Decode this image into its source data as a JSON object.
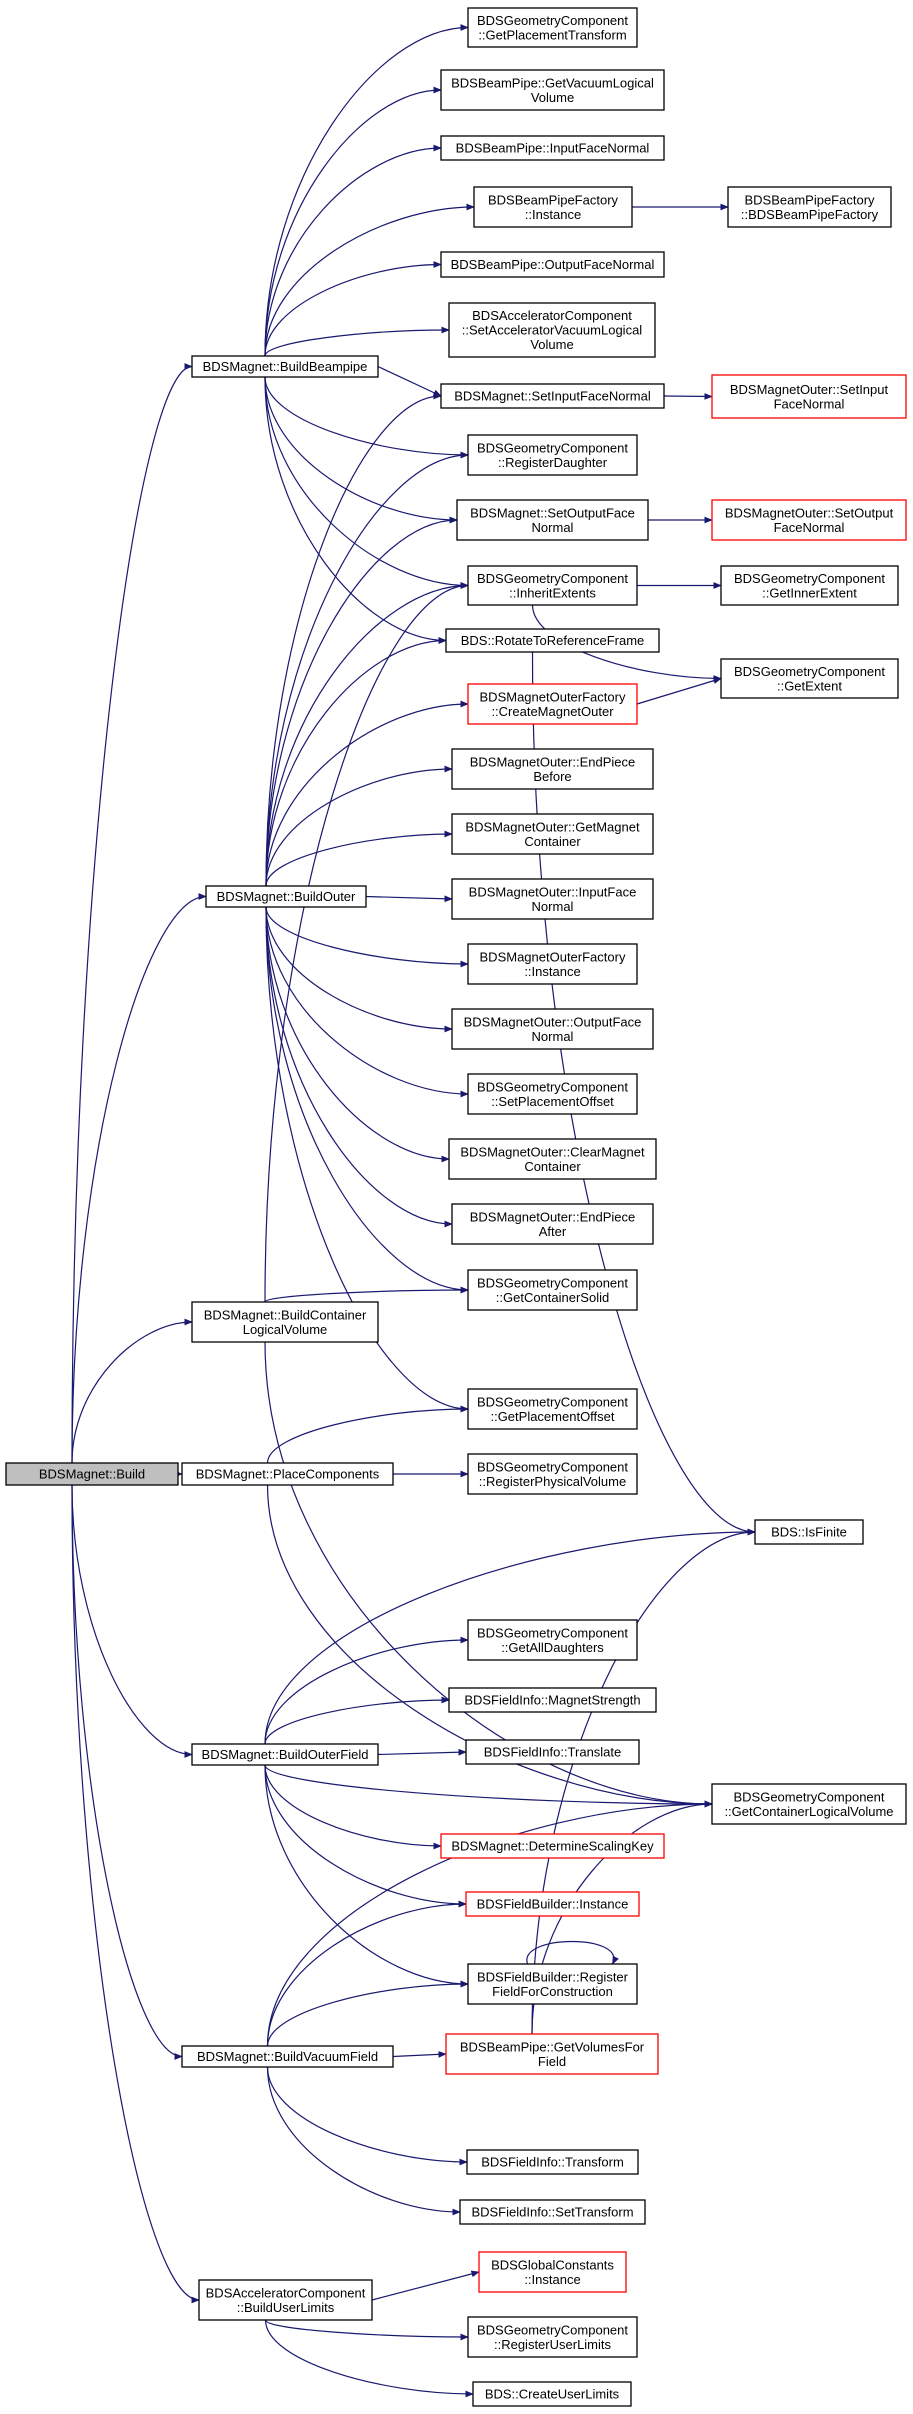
{
  "nodes": [
    {
      "id": "build",
      "lines": [
        "BDSMagnet::Build"
      ],
      "root": true
    },
    {
      "id": "buildBeampipe",
      "lines": [
        "BDSMagnet::BuildBeampipe"
      ]
    },
    {
      "id": "buildOuter",
      "lines": [
        "BDSMagnet::BuildOuter"
      ]
    },
    {
      "id": "buildContainer",
      "lines": [
        "BDSMagnet::BuildContainer",
        "LogicalVolume"
      ]
    },
    {
      "id": "placeComponents",
      "lines": [
        "BDSMagnet::PlaceComponents"
      ]
    },
    {
      "id": "buildOuterField",
      "lines": [
        "BDSMagnet::BuildOuterField"
      ]
    },
    {
      "id": "buildVacuumField",
      "lines": [
        "BDSMagnet::BuildVacuumField"
      ]
    },
    {
      "id": "buildUserLimits",
      "lines": [
        "BDSAcceleratorComponent",
        "::BuildUserLimits"
      ]
    },
    {
      "id": "getPlacementTransform",
      "lines": [
        "BDSGeometryComponent",
        "::GetPlacementTransform"
      ]
    },
    {
      "id": "getVacuumLogicalVolume",
      "lines": [
        "BDSBeamPipe::GetVacuumLogical",
        "Volume"
      ]
    },
    {
      "id": "inputFaceNormalBP",
      "lines": [
        "BDSBeamPipe::InputFaceNormal"
      ]
    },
    {
      "id": "beamPipeFactoryInstance",
      "lines": [
        "BDSBeamPipeFactory",
        "::Instance"
      ]
    },
    {
      "id": "beamPipeFactoryCtor",
      "lines": [
        "BDSBeamPipeFactory",
        "::BDSBeamPipeFactory"
      ]
    },
    {
      "id": "outputFaceNormalBP",
      "lines": [
        "BDSBeamPipe::OutputFaceNormal"
      ]
    },
    {
      "id": "setAccVacuum",
      "lines": [
        "BDSAcceleratorComponent",
        "::SetAcceleratorVacuumLogical",
        "Volume"
      ]
    },
    {
      "id": "setInputFaceNormal",
      "lines": [
        "BDSMagnet::SetInputFaceNormal"
      ]
    },
    {
      "id": "outerSetInputFaceNormal",
      "lines": [
        "BDSMagnetOuter::SetInput",
        "FaceNormal"
      ],
      "red": true
    },
    {
      "id": "registerDaughter",
      "lines": [
        "BDSGeometryComponent",
        "::RegisterDaughter"
      ]
    },
    {
      "id": "setOutputFaceNormal",
      "lines": [
        "BDSMagnet::SetOutputFace",
        "Normal"
      ]
    },
    {
      "id": "outerSetOutputFaceNormal",
      "lines": [
        "BDSMagnetOuter::SetOutput",
        "FaceNormal"
      ],
      "red": true
    },
    {
      "id": "inheritExtents",
      "lines": [
        "BDSGeometryComponent",
        "::InheritExtents"
      ]
    },
    {
      "id": "getInnerExtent",
      "lines": [
        "BDSGeometryComponent",
        "::GetInnerExtent"
      ]
    },
    {
      "id": "rotateToRef",
      "lines": [
        "BDS::RotateToReferenceFrame"
      ]
    },
    {
      "id": "getExtent",
      "lines": [
        "BDSGeometryComponent",
        "::GetExtent"
      ]
    },
    {
      "id": "createMagnetOuter",
      "lines": [
        "BDSMagnetOuterFactory",
        "::CreateMagnetOuter"
      ],
      "red": true
    },
    {
      "id": "endPieceBefore",
      "lines": [
        "BDSMagnetOuter::EndPiece",
        "Before"
      ]
    },
    {
      "id": "getMagnetContainer",
      "lines": [
        "BDSMagnetOuter::GetMagnet",
        "Container"
      ]
    },
    {
      "id": "outerInputFaceNormal",
      "lines": [
        "BDSMagnetOuter::InputFace",
        "Normal"
      ]
    },
    {
      "id": "outerFactoryInstance",
      "lines": [
        "BDSMagnetOuterFactory",
        "::Instance"
      ]
    },
    {
      "id": "outerOutputFaceNormal",
      "lines": [
        "BDSMagnetOuter::OutputFace",
        "Normal"
      ]
    },
    {
      "id": "setPlacementOffset",
      "lines": [
        "BDSGeometryComponent",
        "::SetPlacementOffset"
      ]
    },
    {
      "id": "clearMagnetContainer",
      "lines": [
        "BDSMagnetOuter::ClearMagnet",
        "Container"
      ]
    },
    {
      "id": "endPieceAfter",
      "lines": [
        "BDSMagnetOuter::EndPiece",
        "After"
      ]
    },
    {
      "id": "getContainerSolid",
      "lines": [
        "BDSGeometryComponent",
        "::GetContainerSolid"
      ]
    },
    {
      "id": "getPlacementOffset",
      "lines": [
        "BDSGeometryComponent",
        "::GetPlacementOffset"
      ]
    },
    {
      "id": "registerPhysicalVolume",
      "lines": [
        "BDSGeometryComponent",
        "::RegisterPhysicalVolume"
      ]
    },
    {
      "id": "isFinite",
      "lines": [
        "BDS::IsFinite"
      ]
    },
    {
      "id": "getAllDaughters",
      "lines": [
        "BDSGeometryComponent",
        "::GetAllDaughters"
      ]
    },
    {
      "id": "magnetStrength",
      "lines": [
        "BDSFieldInfo::MagnetStrength"
      ]
    },
    {
      "id": "fieldTranslate",
      "lines": [
        "BDSFieldInfo::Translate"
      ]
    },
    {
      "id": "getContainerLogicalVolume",
      "lines": [
        "BDSGeometryComponent",
        "::GetContainerLogicalVolume"
      ]
    },
    {
      "id": "determineScalingKey",
      "lines": [
        "BDSMagnet::DetermineScalingKey"
      ],
      "red": true
    },
    {
      "id": "fieldBuilderInstance",
      "lines": [
        "BDSFieldBuilder::Instance"
      ],
      "red": true
    },
    {
      "id": "registerFieldForConstruction",
      "lines": [
        "BDSFieldBuilder::Register",
        "FieldForConstruction"
      ]
    },
    {
      "id": "getVolumesForField",
      "lines": [
        "BDSBeamPipe::GetVolumesFor",
        "Field"
      ],
      "red": true
    },
    {
      "id": "fieldTransform",
      "lines": [
        "BDSFieldInfo::Transform"
      ]
    },
    {
      "id": "fieldSetTransform",
      "lines": [
        "BDSFieldInfo::SetTransform"
      ]
    },
    {
      "id": "globalConstantsInstance",
      "lines": [
        "BDSGlobalConstants",
        "::Instance"
      ],
      "red": true
    },
    {
      "id": "registerUserLimits",
      "lines": [
        "BDSGeometryComponent",
        "::RegisterUserLimits"
      ]
    },
    {
      "id": "createUserLimits",
      "lines": [
        "BDS::CreateUserLimits"
      ]
    }
  ],
  "edges": [
    [
      "build",
      "buildBeampipe"
    ],
    [
      "build",
      "buildOuter"
    ],
    [
      "build",
      "buildContainer"
    ],
    [
      "build",
      "placeComponents"
    ],
    [
      "build",
      "buildOuterField"
    ],
    [
      "build",
      "buildVacuumField"
    ],
    [
      "build",
      "buildUserLimits"
    ],
    [
      "buildBeampipe",
      "getPlacementTransform"
    ],
    [
      "buildBeampipe",
      "getVacuumLogicalVolume"
    ],
    [
      "buildBeampipe",
      "inputFaceNormalBP"
    ],
    [
      "buildBeampipe",
      "beamPipeFactoryInstance"
    ],
    [
      "buildBeampipe",
      "outputFaceNormalBP"
    ],
    [
      "buildBeampipe",
      "setAccVacuum"
    ],
    [
      "buildBeampipe",
      "setInputFaceNormal"
    ],
    [
      "buildBeampipe",
      "registerDaughter"
    ],
    [
      "buildBeampipe",
      "setOutputFaceNormal"
    ],
    [
      "buildBeampipe",
      "inheritExtents"
    ],
    [
      "buildBeampipe",
      "rotateToRef"
    ],
    [
      "beamPipeFactoryInstance",
      "beamPipeFactoryCtor"
    ],
    [
      "setInputFaceNormal",
      "outerSetInputFaceNormal"
    ],
    [
      "setOutputFaceNormal",
      "outerSetOutputFaceNormal"
    ],
    [
      "inheritExtents",
      "getInnerExtent"
    ],
    [
      "inheritExtents",
      "getExtent"
    ],
    [
      "rotateToRef",
      "isFinite"
    ],
    [
      "createMagnetOuter",
      "getExtent"
    ],
    [
      "buildOuter",
      "setInputFaceNormal"
    ],
    [
      "buildOuter",
      "registerDaughter"
    ],
    [
      "buildOuter",
      "setOutputFaceNormal"
    ],
    [
      "buildOuter",
      "inheritExtents"
    ],
    [
      "buildOuter",
      "rotateToRef"
    ],
    [
      "buildOuter",
      "createMagnetOuter"
    ],
    [
      "buildOuter",
      "endPieceBefore"
    ],
    [
      "buildOuter",
      "getMagnetContainer"
    ],
    [
      "buildOuter",
      "outerInputFaceNormal"
    ],
    [
      "buildOuter",
      "outerFactoryInstance"
    ],
    [
      "buildOuter",
      "outerOutputFaceNormal"
    ],
    [
      "buildOuter",
      "setPlacementOffset"
    ],
    [
      "buildOuter",
      "clearMagnetContainer"
    ],
    [
      "buildOuter",
      "endPieceAfter"
    ],
    [
      "buildOuter",
      "getContainerSolid"
    ],
    [
      "buildOuter",
      "getPlacementOffset"
    ],
    [
      "buildContainer",
      "inheritExtents"
    ],
    [
      "buildContainer",
      "getContainerSolid"
    ],
    [
      "buildContainer",
      "getContainerLogicalVolume"
    ],
    [
      "placeComponents",
      "getPlacementOffset"
    ],
    [
      "placeComponents",
      "registerPhysicalVolume"
    ],
    [
      "placeComponents",
      "getContainerLogicalVolume"
    ],
    [
      "buildOuterField",
      "isFinite"
    ],
    [
      "buildOuterField",
      "getAllDaughters"
    ],
    [
      "buildOuterField",
      "magnetStrength"
    ],
    [
      "buildOuterField",
      "fieldTranslate"
    ],
    [
      "buildOuterField",
      "getContainerLogicalVolume"
    ],
    [
      "buildOuterField",
      "determineScalingKey"
    ],
    [
      "buildOuterField",
      "fieldBuilderInstance"
    ],
    [
      "buildOuterField",
      "registerFieldForConstruction"
    ],
    [
      "registerFieldForConstruction",
      "registerFieldForConstruction"
    ],
    [
      "buildVacuumField",
      "fieldBuilderInstance"
    ],
    [
      "buildVacuumField",
      "registerFieldForConstruction"
    ],
    [
      "buildVacuumField",
      "getVolumesForField"
    ],
    [
      "buildVacuumField",
      "getContainerLogicalVolume"
    ],
    [
      "buildVacuumField",
      "fieldTransform"
    ],
    [
      "buildVacuumField",
      "fieldSetTransform"
    ],
    [
      "getVolumesForField",
      "isFinite"
    ],
    [
      "getVolumesForField",
      "getContainerLogicalVolume"
    ],
    [
      "buildUserLimits",
      "globalConstantsInstance"
    ],
    [
      "buildUserLimits",
      "registerUserLimits"
    ],
    [
      "buildUserLimits",
      "createUserLimits"
    ]
  ]
}
